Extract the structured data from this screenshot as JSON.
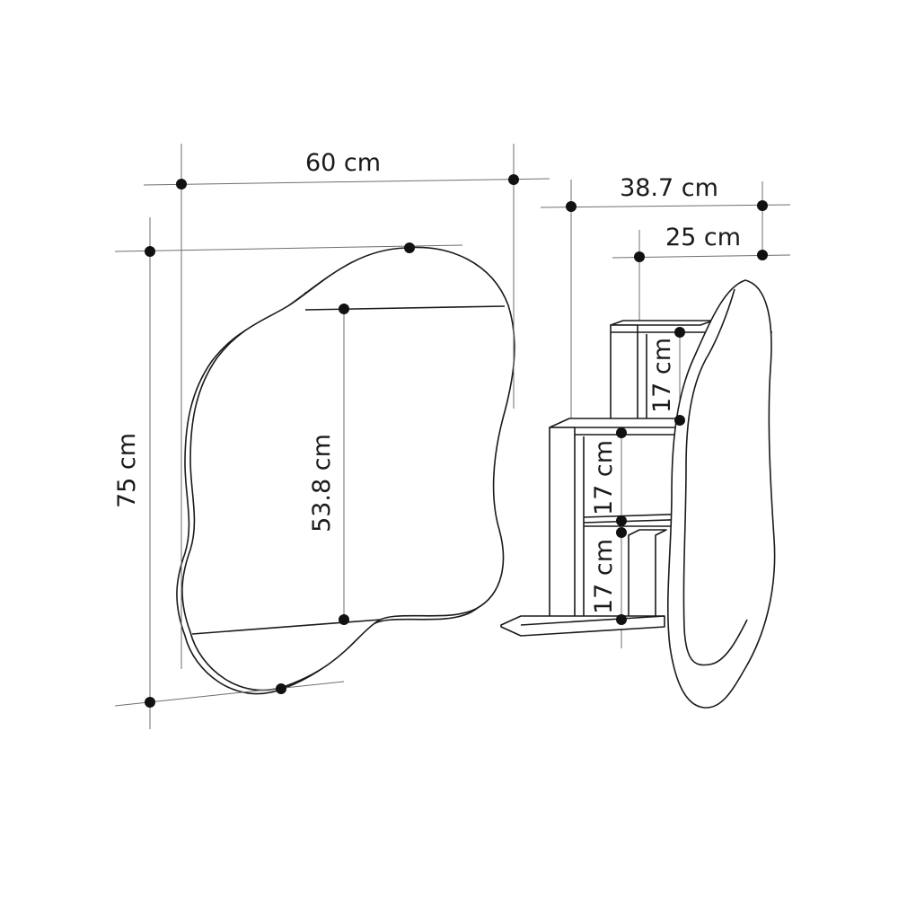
{
  "front_view": {
    "width_label": "60 cm",
    "height_label": "75 cm",
    "inner_height_label": "53.8 cm"
  },
  "side_view": {
    "total_depth_label": "38.7 cm",
    "shelf_depth_label": "25 cm",
    "shelf_heights": [
      "17 cm",
      "17 cm",
      "17 cm"
    ]
  },
  "colors": {
    "line": "#1a1a1a",
    "guide": "#6e6e6e",
    "marker": "#111111"
  }
}
